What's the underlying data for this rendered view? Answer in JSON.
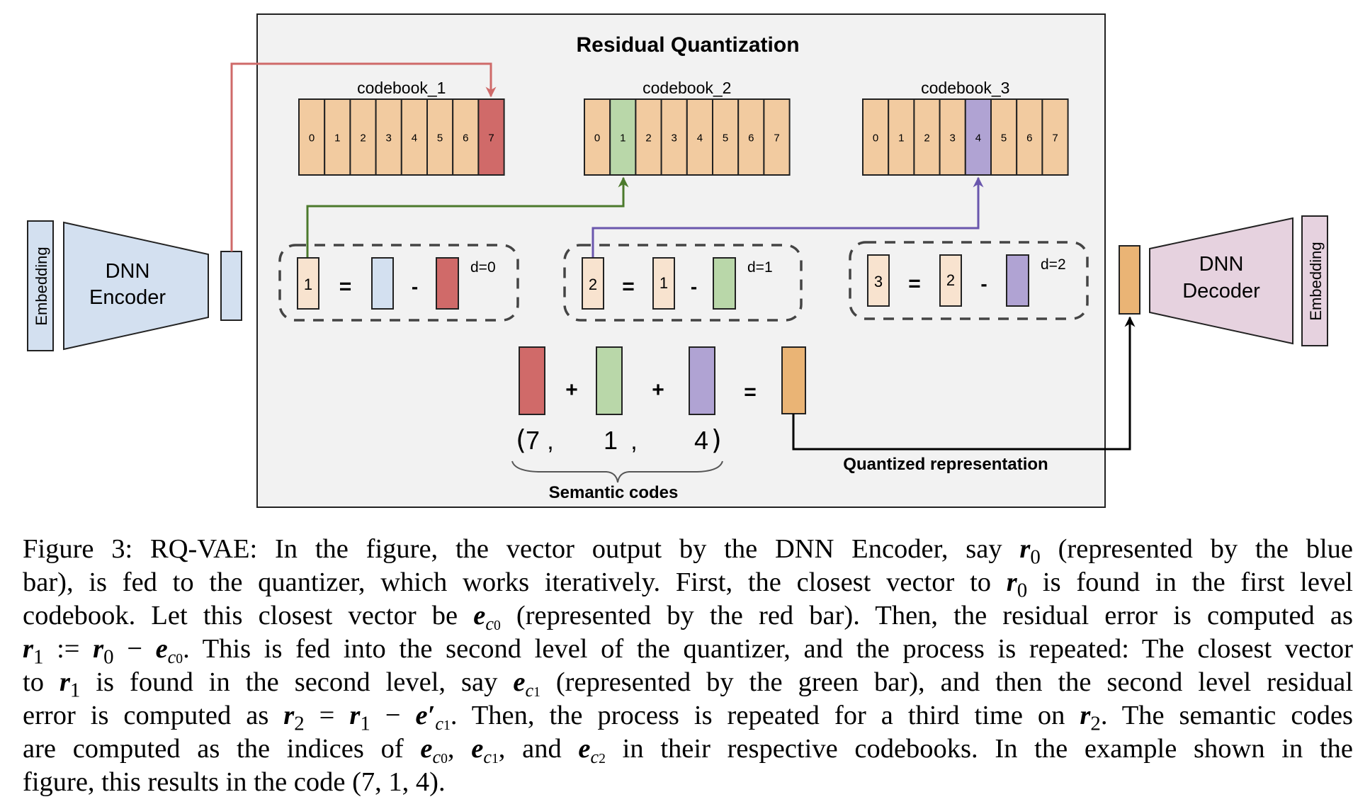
{
  "figure": {
    "title": "Residual Quantization",
    "colors": {
      "panel_bg": "#f2f2f2",
      "codebook_cell": "#f2cba0",
      "red": "#d06a69",
      "green": "#b9d7a9",
      "purple": "#b0a3d3",
      "residual_bar": "#f8e3cf",
      "encoder_blue": "#d3e0f0",
      "decoder_pink": "#e6d2df",
      "quantized_orange": "#eab475",
      "red_line": "#cf6a69",
      "green_line": "#4c7a2c",
      "purple_line": "#6a57ad"
    },
    "encoder": {
      "embedding_label": "Embedding",
      "line1": "DNN",
      "line2": "Encoder"
    },
    "decoder": {
      "embedding_label": "Embedding",
      "line1": "DNN",
      "line2": "Decoder"
    },
    "codebooks": [
      {
        "label": "codebook_1",
        "cells": [
          "0",
          "1",
          "2",
          "3",
          "4",
          "5",
          "6",
          "7"
        ],
        "selected": 7,
        "selected_color": "red"
      },
      {
        "label": "codebook_2",
        "cells": [
          "0",
          "1",
          "2",
          "3",
          "4",
          "5",
          "6",
          "7"
        ],
        "selected": 1,
        "selected_color": "green"
      },
      {
        "label": "codebook_3",
        "cells": [
          "0",
          "1",
          "2",
          "3",
          "4",
          "5",
          "6",
          "7"
        ],
        "selected": 4,
        "selected_color": "purple"
      }
    ],
    "residual_steps": [
      {
        "result": "1",
        "equals": "=",
        "operand": "",
        "minus": "-",
        "depth": "d=0"
      },
      {
        "result": "2",
        "equals": "=",
        "operand": "1",
        "minus": "-",
        "depth": "d=1"
      },
      {
        "result": "3",
        "equals": "=",
        "operand": "2",
        "minus": "-",
        "depth": "d=2"
      }
    ],
    "sum": {
      "plus1": "+",
      "plus2": "+",
      "equals": "="
    },
    "codes": {
      "open": "(",
      "c0": "7",
      "comma1": ",",
      "c1": "1",
      "comma2": ",",
      "c2": "4",
      "close": ")"
    },
    "semantic_codes_label": "Semantic codes",
    "quantized_label": "Quantized representation"
  },
  "caption": {
    "lines": [
      [
        "Figure 3: ",
        "RQ-VAE: In the figure, the vector output by the DNN Encoder, say ",
        "r",
        "0",
        " (represented by the blue"
      ],
      [
        "bar), is fed to the quantizer, which works iteratively. First, the closest vector to ",
        "r",
        "0",
        " is found in the first level"
      ],
      [
        "codebook. Let this closest vector be ",
        "e",
        "c",
        "0",
        " (represented by the red bar). Then, the residual error is computed as"
      ],
      [
        "r",
        "1",
        " := ",
        "r",
        "0",
        " − ",
        "e",
        "c",
        "0",
        ". This is fed into the second level of the quantizer, and the process is repeated: The closest vector"
      ],
      [
        "to ",
        "r",
        "1",
        " is found in the second level, say ",
        "e",
        "c",
        "1",
        " (represented by the green bar), and then the second level residual"
      ],
      [
        "error is computed as ",
        "r",
        "2",
        " = ",
        "r",
        "1",
        " − ",
        "e′",
        "c",
        "1",
        ". Then, the process is repeated for a third time on ",
        "r",
        "2",
        ". The semantic codes"
      ],
      [
        "are computed as the indices of ",
        "e",
        "c",
        "0",
        ", ",
        "e",
        "c",
        "1",
        ", and ",
        "e",
        "c",
        "2",
        " in their respective codebooks. In the example shown in the"
      ],
      [
        "figure, this results in the code ",
        "(7, 1, 4)",
        "."
      ]
    ]
  }
}
